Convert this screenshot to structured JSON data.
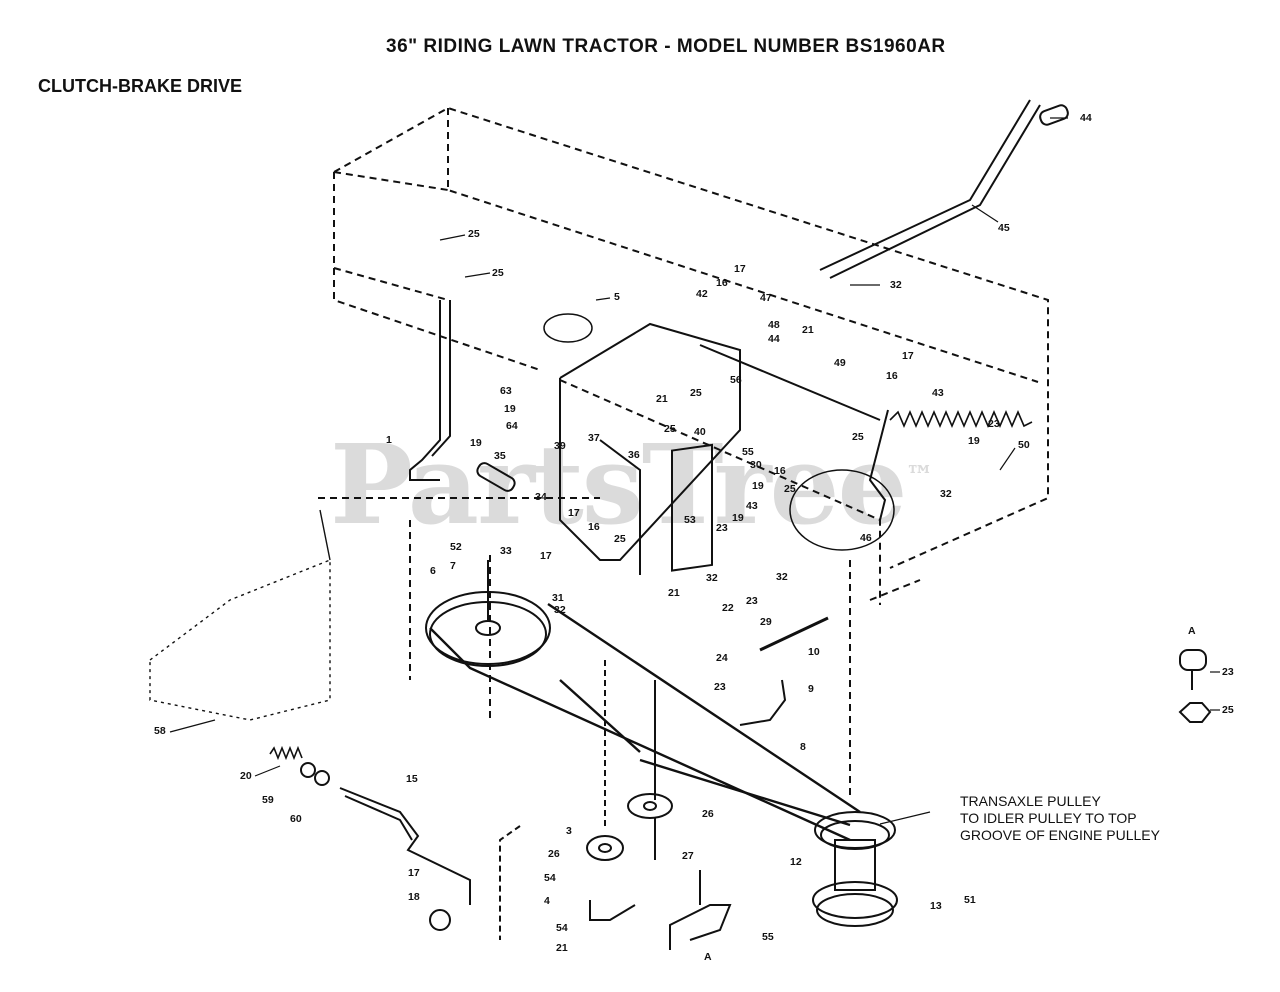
{
  "header": {
    "title": "36\" RIDING LAWN TRACTOR - MODEL NUMBER BS1960AR",
    "subtitle": "CLUTCH-BRAKE DRIVE"
  },
  "watermark": {
    "text": "PartsTree",
    "mark": "™"
  },
  "note": {
    "lines": [
      "TRANSAXLE PULLEY",
      "TO IDLER PULLEY TO TOP",
      "GROOVE OF ENGINE PULLEY"
    ]
  },
  "callouts": [
    "44",
    "45",
    "32",
    "25",
    "25",
    "5",
    "42",
    "16",
    "17",
    "47",
    "48",
    "21",
    "44",
    "49",
    "17",
    "16",
    "43",
    "23",
    "19",
    "50",
    "32",
    "25",
    "25",
    "46",
    "63",
    "19",
    "64",
    "19",
    "1",
    "35",
    "34",
    "21",
    "25",
    "25",
    "56",
    "39",
    "37",
    "36",
    "40",
    "55",
    "30",
    "16",
    "19",
    "43",
    "19",
    "23",
    "53",
    "17",
    "16",
    "25",
    "33",
    "52",
    "7",
    "6",
    "17",
    "32",
    "21",
    "31",
    "32",
    "23",
    "32",
    "22",
    "29",
    "24",
    "10",
    "23",
    "9",
    "8",
    "A",
    "23",
    "25",
    "58",
    "20",
    "59",
    "60",
    "15",
    "3",
    "26",
    "54",
    "4",
    "54",
    "21",
    "17",
    "18",
    "26",
    "27",
    "12",
    "51",
    "13",
    "55",
    "A"
  ]
}
